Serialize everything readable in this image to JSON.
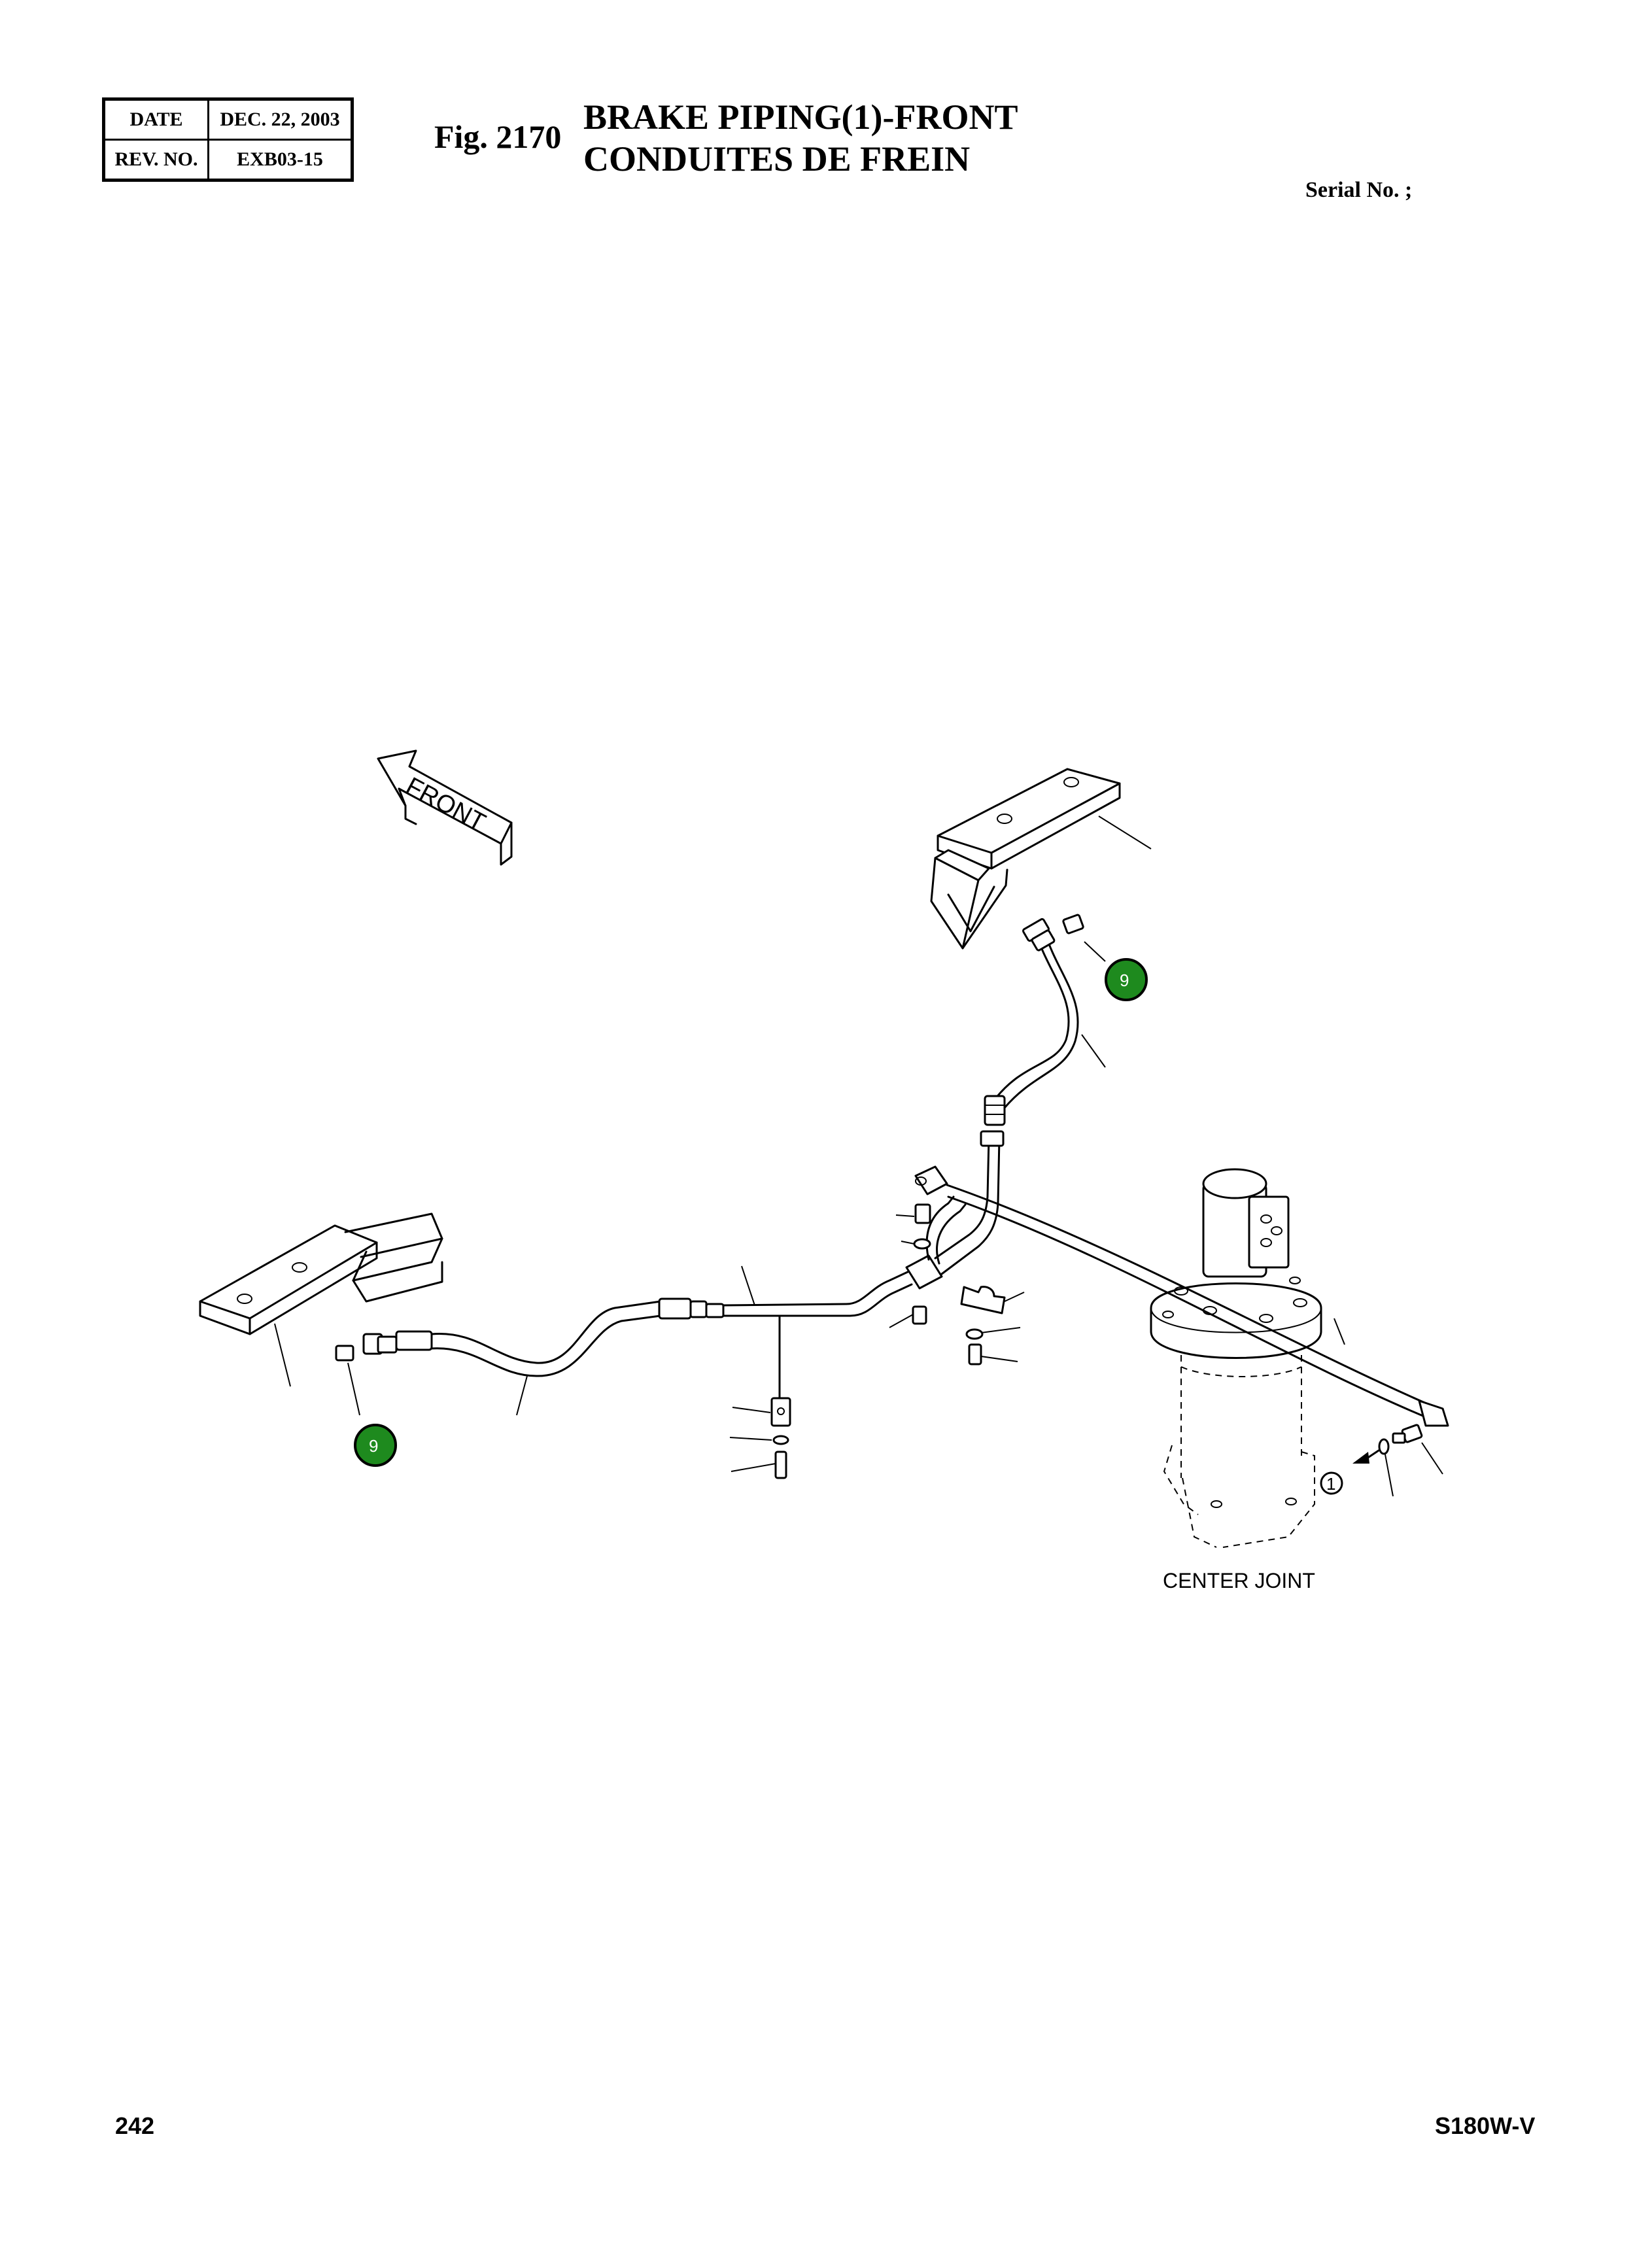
{
  "header": {
    "rev_table": {
      "date_label": "DATE",
      "date_value": "DEC. 22, 2003",
      "rev_label": "REV. NO.",
      "rev_value": "EXB03-15"
    },
    "fig_number": "Fig. 2170",
    "title_en": "BRAKE PIPING(1)-FRONT",
    "title_fr": "CONDUITES DE FREIN",
    "serial_label": "Serial No. ;"
  },
  "diagram": {
    "direction_arrow_label": "FRONT",
    "component_label": "CENTER JOINT",
    "ref_mark": "1",
    "callouts": [
      "9",
      "9"
    ],
    "callout_color": "#1e8a1e"
  },
  "footer": {
    "page_number": "242",
    "model": "S180W-V"
  }
}
